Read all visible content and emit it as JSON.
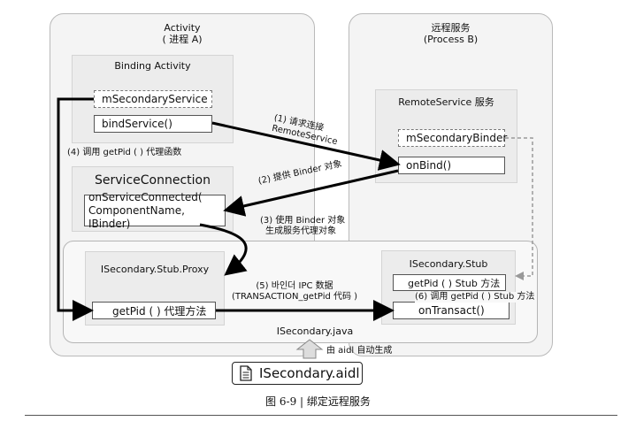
{
  "activity": {
    "title": "Activity",
    "subtitle": "( 进程 A)",
    "binding_activity": "Binding Activity",
    "m_secondary_service": "mSecondaryService",
    "bind_service": "bindService()",
    "service_connection": "ServiceConnection",
    "on_service_connected_1": "onServiceConnected(",
    "on_service_connected_2": "ComponentName, IBinder)"
  },
  "remote": {
    "title": "远程服务",
    "subtitle": "(Process B)",
    "remote_service": "RemoteService 服务",
    "m_secondary_binder": "mSecondaryBinder",
    "on_bind": "onBind()"
  },
  "isecondary": {
    "proxy_title": "ISecondary.Stub.Proxy",
    "get_pid_proxy": "getPid ( ) 代理方法",
    "stub_title": "ISecondary.Stub",
    "get_pid_stub": "getPid ( ) Stub 方法",
    "on_transact": "onTransact()",
    "file_label": "ISecondary.java"
  },
  "labels": {
    "step1_a": "(1) 请求连接",
    "step1_b": "RemoteService",
    "step2": "(2) 提供 Binder 对象",
    "step3_a": "(3) 使用 Binder 对象",
    "step3_b": "生成服务代理对象",
    "step4": "(4) 调用 getPid ( ) 代理函数",
    "step5_a": "(5) 바인더 IPC 数据",
    "step5_b": "(TRANSACTION_getPid 代码 )",
    "step6": "(6) 调用 getPid ( ) Stub 方法",
    "aidl_gen": "由 aidl 自动生成"
  },
  "aidl_file": "ISecondary.aidl",
  "caption": "图 6-9 |  绑定远程服务"
}
